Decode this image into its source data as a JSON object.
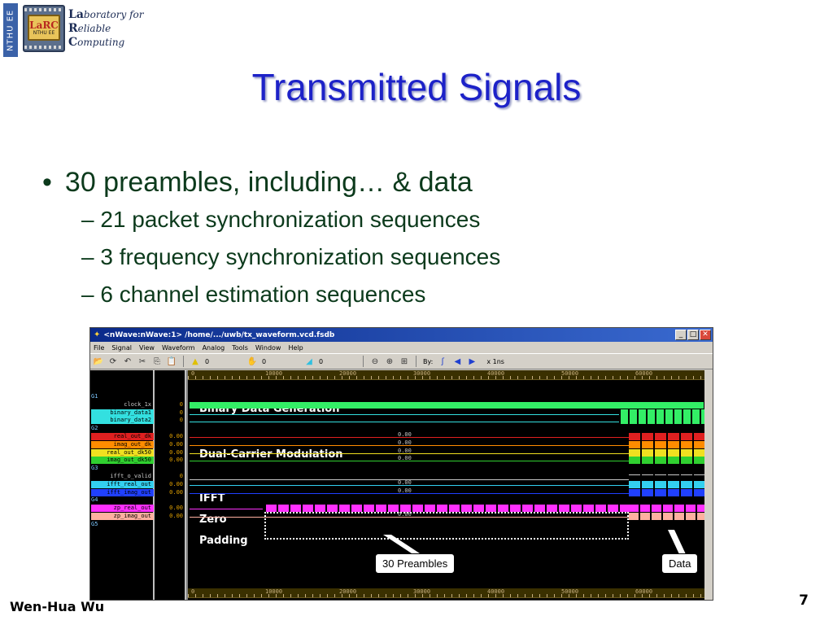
{
  "header": {
    "side_tag": "NTHU EE",
    "logo": {
      "chip_text": "LaRC",
      "chip_sub": "NTHU EE",
      "line1_bold": "La",
      "line1_rest": "boratory for",
      "line2_bold": "R",
      "line2_rest": "eliable",
      "line3_bold": "C",
      "line3_rest": "omputing"
    }
  },
  "slide": {
    "title": "Transmitted Signals",
    "bullet_main": "30 preambles, including… & data",
    "sub_bullets": [
      "21 packet synchronization sequences",
      "3 frequency synchronization sequences",
      "6 channel estimation sequences"
    ],
    "dash": "–",
    "dot": "•",
    "author": "Wen-Hua Wu",
    "page_number": "7"
  },
  "window": {
    "title": "<nWave:nWave:1> /home/.../uwb/tx_waveform.vcd.fsdb",
    "menu": [
      "File",
      "Signal",
      "View",
      "Waveform",
      "Analog",
      "Tools",
      "Window",
      "Help"
    ],
    "toolbar": {
      "cursor_value": "0",
      "marker_value": "0",
      "delta_value": "0",
      "by_label": "By:",
      "scale": "x 1ns"
    },
    "ruler_labels": [
      "0",
      "10000",
      "20000",
      "30000",
      "40000",
      "50000",
      "60000"
    ],
    "signals": [
      {
        "name": "G1",
        "group": true,
        "value": "",
        "color": "#7ec8ff"
      },
      {
        "name": "clock_1x",
        "group": false,
        "value": "0",
        "color": "#c8c8c8",
        "bg": ""
      },
      {
        "name": "binary_data1",
        "group": false,
        "value": "0",
        "color": "#000000",
        "bg": "#33e0e0"
      },
      {
        "name": "binary_data2",
        "group": false,
        "value": "0",
        "color": "#000000",
        "bg": "#33e0e0"
      },
      {
        "name": "G2",
        "group": true,
        "value": "",
        "color": "#7ec8ff"
      },
      {
        "name": "real_out_dk",
        "group": false,
        "value": "0.00",
        "color": "#000000",
        "bg": "#e02020"
      },
      {
        "name": "imag_out_dk",
        "group": false,
        "value": "0.00",
        "color": "#000000",
        "bg": "#ff8c00"
      },
      {
        "name": "real_out_dk50",
        "group": false,
        "value": "0.00",
        "color": "#000000",
        "bg": "#f0e020"
      },
      {
        "name": "imag_out_dk50",
        "group": false,
        "value": "0.00",
        "color": "#000000",
        "bg": "#30d030"
      },
      {
        "name": "G3",
        "group": true,
        "value": "",
        "color": "#7ec8ff"
      },
      {
        "name": "ifft_o_valid",
        "group": false,
        "value": "0",
        "color": "#c8c8c8",
        "bg": ""
      },
      {
        "name": "ifft_real_out",
        "group": false,
        "value": "0.00",
        "color": "#000000",
        "bg": "#33d0f0"
      },
      {
        "name": "ifft_imag_out",
        "group": false,
        "value": "0.00",
        "color": "#000000",
        "bg": "#2040ff"
      },
      {
        "name": "G4",
        "group": true,
        "value": "",
        "color": "#7ec8ff"
      },
      {
        "name": "zp_real_out",
        "group": false,
        "value": "0.00",
        "color": "#000000",
        "bg": "#ff30ff"
      },
      {
        "name": "zp_imag_out",
        "group": false,
        "value": "0.00",
        "color": "#000000",
        "bg": "#ffb0a0"
      },
      {
        "name": "G5",
        "group": true,
        "value": "",
        "color": "#7ec8ff"
      }
    ],
    "wave_values": [
      "0.00",
      "0.00",
      "0.00",
      "0.00",
      "0.00",
      "0.00",
      "0.00"
    ],
    "wave_annotations": {
      "binary": "Binary Data Generation",
      "dcm": "Dual-Carrier Modulation",
      "ifft": "IFFT",
      "zero": "Zero",
      "padding": "Padding"
    },
    "callouts": {
      "preambles": "30 Preambles",
      "data": "Data"
    },
    "colors": {
      "clock": "#33ee66",
      "binary": "#33e0e0",
      "real_dk": "#e02020",
      "imag_dk": "#ff8c00",
      "real_dk50": "#f0e020",
      "imag_dk50": "#30d030",
      "ifft_real": "#33d0f0",
      "ifft_imag": "#2040ff",
      "zp_real": "#ff30ff",
      "zp_imag": "#ffb0a0"
    }
  }
}
